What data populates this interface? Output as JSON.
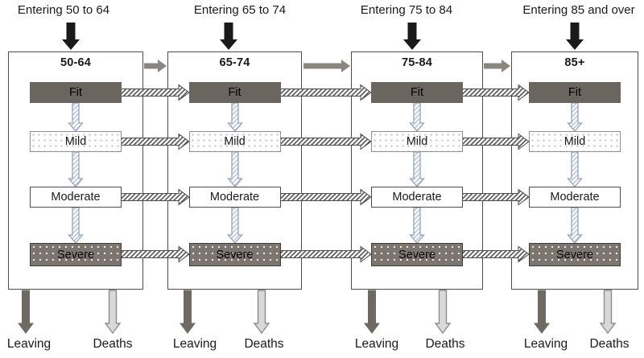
{
  "entering_labels": [
    "Entering 50 to 64",
    "Entering 65 to 74",
    "Entering 75 to 84",
    "Entering 85 and over"
  ],
  "panels": [
    {
      "title": "50-64",
      "states": [
        "Fit",
        "Mild",
        "Moderate",
        "Severe"
      ],
      "leaving_label": "Leaving",
      "deaths_label": "Deaths"
    },
    {
      "title": "65-74",
      "states": [
        "Fit",
        "Mild",
        "Moderate",
        "Severe"
      ],
      "leaving_label": "Leaving",
      "deaths_label": "Deaths"
    },
    {
      "title": "75-84",
      "states": [
        "Fit",
        "Mild",
        "Moderate",
        "Severe"
      ],
      "leaving_label": "Leaving",
      "deaths_label": "Deaths"
    },
    {
      "title": "85+",
      "states": [
        "Fit",
        "Mild",
        "Moderate",
        "Severe"
      ],
      "leaving_label": "Leaving",
      "deaths_label": "Deaths"
    }
  ],
  "colors": {
    "fit_fill": "#6b6560",
    "mild_fill": "#ffffff",
    "mild_dot": "#c4c4c4",
    "moderate_fill": "#ffffff",
    "severe_fill": "#7d766e",
    "severe_dot": "#eeeeee",
    "panel_border": "#4d4d4d",
    "entering_arrow": "#1a1a1a",
    "aging_arrow": "#8c8680",
    "transition_hatch": "#4d4d4d",
    "worsening_arrow_stroke": "#93a4bf",
    "worsening_hatch": "#b9c2d0",
    "leaving_arrow": "#6e6963",
    "deaths_arrow_fill": "#d9d9d9",
    "deaths_arrow_stroke": "#8c8c8c"
  }
}
